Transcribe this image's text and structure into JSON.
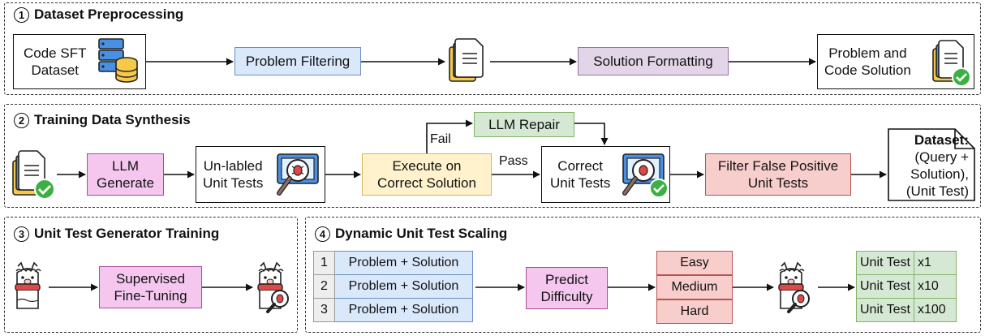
{
  "panels": {
    "p1": {
      "num": "1",
      "title": "Dataset Preprocessing"
    },
    "p2": {
      "num": "2",
      "title": "Training Data Synthesis"
    },
    "p3": {
      "num": "3",
      "title": "Unit Test Generator Training"
    },
    "p4": {
      "num": "4",
      "title": "Dynamic Unit Test Scaling"
    }
  },
  "section1": {
    "code_sft": "Code SFT\nDataset",
    "problem_filtering": "Problem Filtering",
    "solution_formatting": "Solution Formatting",
    "problem_code": "Problem and\nCode Solution"
  },
  "section2": {
    "llm_generate": "LLM\nGenerate",
    "unlabeled": "Un-labled\nUnit Tests",
    "execute": "Execute on\nCorrect Solution",
    "llm_repair": "LLM Repair",
    "fail": "Fail",
    "pass": "Pass",
    "correct": "Correct\nUnit Tests",
    "filter": "Filter False Positive\nUnit Tests",
    "dataset_title": "Dataset:",
    "dataset_body": "(Query +\nSolution),\n(Unit Test)"
  },
  "section3": {
    "sft": "Supervised\nFine-Tuning"
  },
  "section4": {
    "rows": [
      {
        "idx": "1",
        "text": "Problem + Solution"
      },
      {
        "idx": "2",
        "text": "Problem + Solution"
      },
      {
        "idx": "3",
        "text": "Problem + Solution"
      }
    ],
    "predict": "Predict\nDifficulty",
    "difficulty": [
      "Easy",
      "Medium",
      "Hard"
    ],
    "outputs": [
      {
        "label": "Unit Test",
        "count": "x1"
      },
      {
        "label": "Unit Test",
        "count": "x10"
      },
      {
        "label": "Unit Test",
        "count": "x100"
      }
    ]
  }
}
